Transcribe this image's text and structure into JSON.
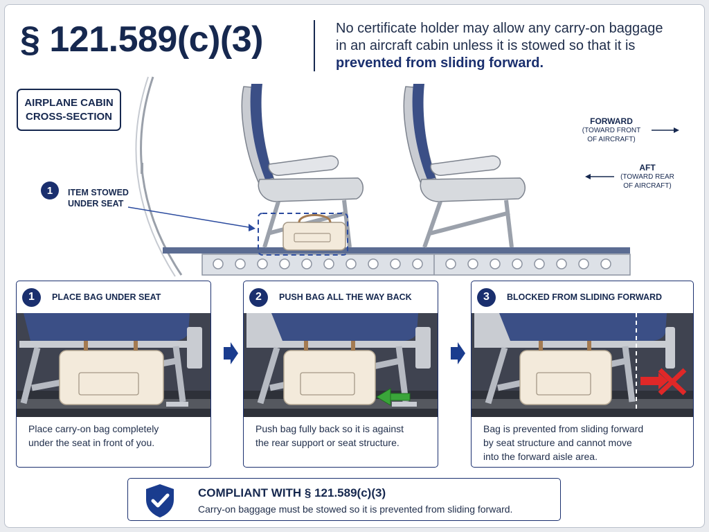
{
  "header": {
    "title": "§ 121.589(c)(3)",
    "text_line1": "No certificate holder may allow any carry-on baggage",
    "text_line2": "in an aircraft cabin unless it is stowed so that it is",
    "text_bold": "prevented from sliding forward."
  },
  "cabin_label": {
    "line1": "AIRPLANE CABIN",
    "line2": "CROSS-SECTION"
  },
  "directions": {
    "forward": {
      "label": "FORWARD",
      "sub1": "(TOWARD FRONT",
      "sub2": "OF AIRCRAFT)"
    },
    "aft": {
      "label": "AFT",
      "sub1": "(TOWARD REAR",
      "sub2": "OF AIRCRAFT)"
    }
  },
  "stowed_callout": {
    "number": "1",
    "line1": "ITEM STOWED",
    "line2": "UNDER SEAT"
  },
  "panels": [
    {
      "number": "1",
      "title": "PLACE BAG UNDER SEAT",
      "text_line1": "Place carry-on bag completely",
      "text_line2": "under the seat in front of you.",
      "text_line3": ""
    },
    {
      "number": "2",
      "title": "PUSH BAG ALL THE WAY BACK",
      "text_line1": "Push bag fully back so it is against",
      "text_line2": "the rear support or seat structure.",
      "text_line3": ""
    },
    {
      "number": "3",
      "title": "BLOCKED FROM SLIDING FORWARD",
      "text_line1": "Bag is prevented from sliding forward",
      "text_line2": "by seat structure and cannot move",
      "text_line3": "into the forward aisle area."
    }
  ],
  "compliance": {
    "title": "COMPLIANT WITH § 121.589(c)(3)",
    "text": "Carry-on baggage must be stowed so it is prevented from sliding forward."
  },
  "colors": {
    "navy": "#1a2f6e",
    "seat_blue": "#3b4f86",
    "seat_grey": "#c9ccd2",
    "bag": "#f3eadb",
    "bag_strap": "#a47b52",
    "push_arrow": "#3aa53a",
    "block_x": "#e02828",
    "floor": "#4a4d55"
  },
  "icons": [
    "shield-check-icon",
    "green-arrow-icon",
    "red-x-block-icon",
    "chevron-right-icon"
  ]
}
